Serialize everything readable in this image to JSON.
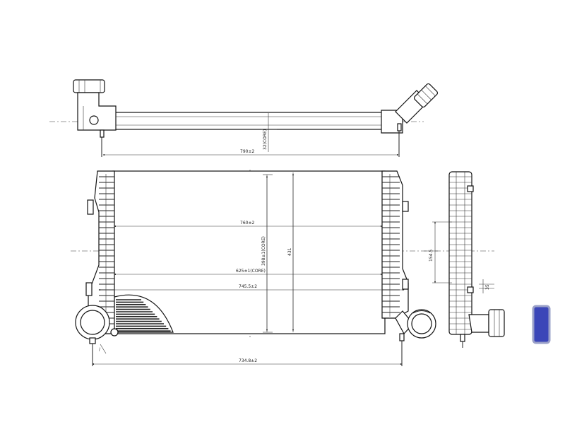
{
  "dimensions": {
    "top_length": "790±2",
    "top_core": "32(CORE)",
    "width_inner": "760±2",
    "core_height": "398±1(CORE)",
    "total_height": "431",
    "core_width": "625±1(CORE)",
    "mid_width": "745.5±2",
    "overall_width": "734.8±2",
    "side_spacing": "154.5",
    "side_small": "35"
  },
  "colors": {
    "line": "#222222",
    "swatch_fill": "#3b46b8",
    "swatch_border": "#9aa0c8"
  }
}
